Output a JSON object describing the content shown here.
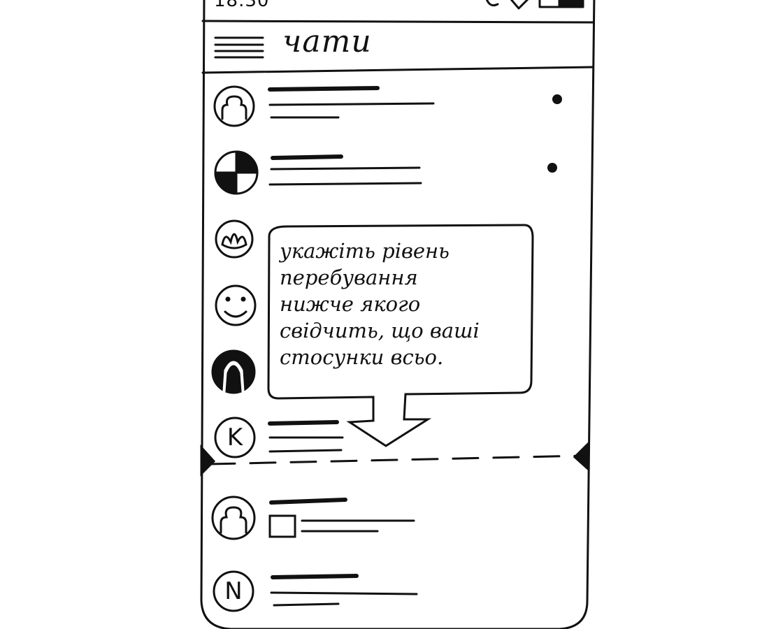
{
  "status_bar": {
    "time": "18.30"
  },
  "header": {
    "title": "чати",
    "menu_icon": "hamburger-menu-icon"
  },
  "chat_list": {
    "items": [
      {
        "avatar_icon": "person-avatar-icon",
        "avatar_letter": "",
        "unread": true
      },
      {
        "avatar_icon": "checkered-avatar-icon",
        "avatar_letter": "",
        "unread": true
      },
      {
        "avatar_icon": "lotus-avatar-icon",
        "avatar_letter": "",
        "unread": false
      },
      {
        "avatar_icon": "smiley-avatar-icon",
        "avatar_letter": "",
        "unread": false
      },
      {
        "avatar_icon": "dark-person-avatar-icon",
        "avatar_letter": "",
        "unread": false
      },
      {
        "avatar_icon": "letter-avatar-icon",
        "avatar_letter": "K",
        "unread": false
      },
      {
        "avatar_icon": "person-avatar-icon",
        "avatar_letter": "",
        "unread": false
      },
      {
        "avatar_icon": "letter-avatar-icon",
        "avatar_letter": "N",
        "unread": false
      }
    ]
  },
  "callout": {
    "lines": [
      "укажіть рівень",
      "перебування",
      "нижче якого",
      "свідчить, що ваші",
      "стосунки всьо."
    ]
  },
  "colors": {
    "ink": "#111111",
    "background": "#ffffff"
  }
}
